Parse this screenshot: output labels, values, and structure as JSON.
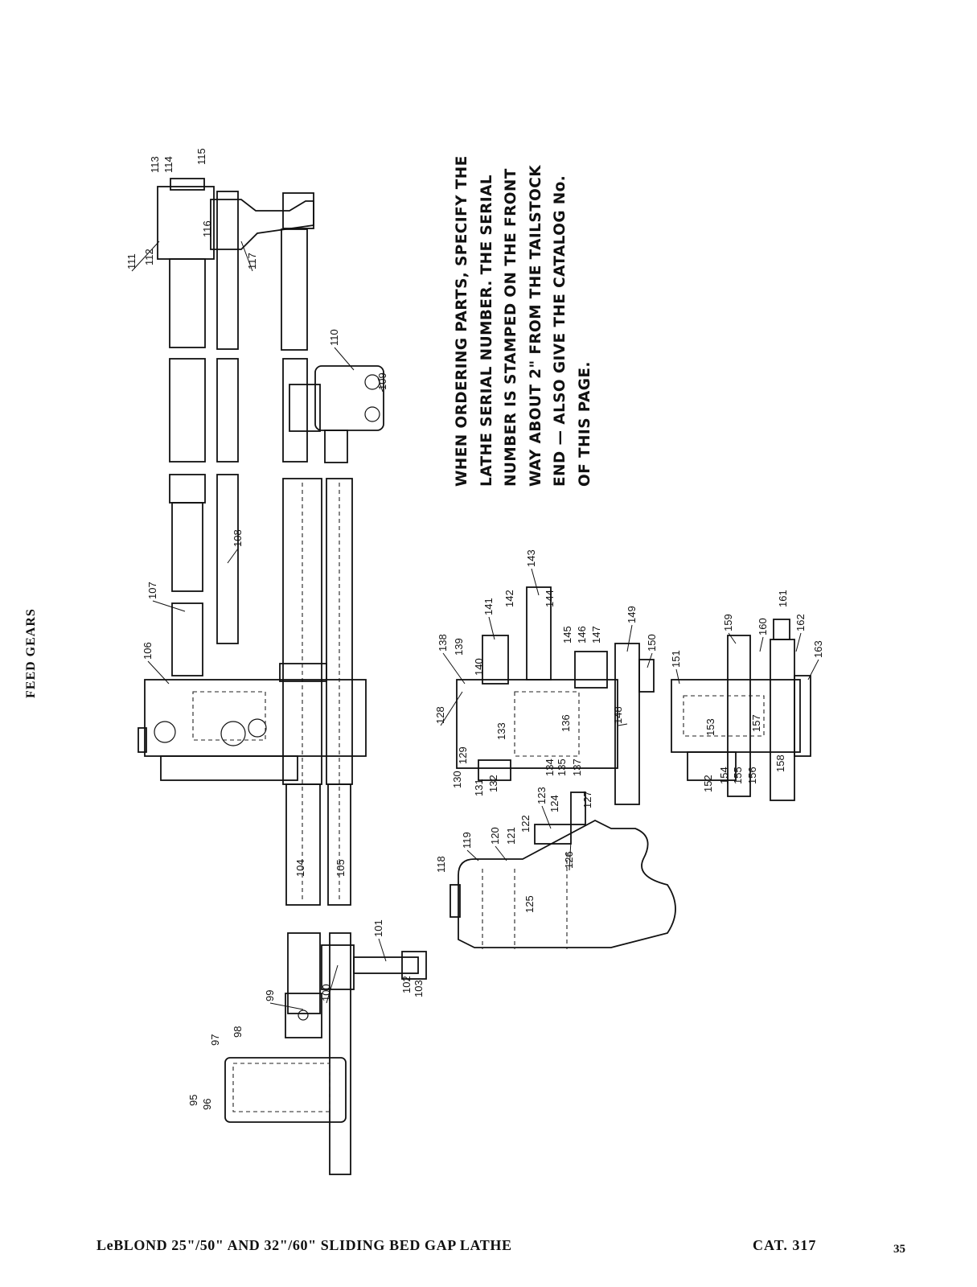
{
  "page": {
    "side_title": "FEED GEARS",
    "notice_lines": [
      "WHEN ORDERING PARTS, SPECIFY THE",
      "LATHE SERIAL NUMBER. THE SERIAL",
      "NUMBER IS STAMPED ON THE FRONT",
      "WAY ABOUT 2\" FROM THE TAILSTOCK",
      "END — ALSO GIVE THE CATALOG No.",
      "OF THIS PAGE."
    ],
    "footer": {
      "title": "LeBLOND 25\"/50\" AND 32\"/60\" SLIDING BED GAP LATHE",
      "catalog": "CAT. 317",
      "page_number": "35"
    }
  },
  "diagram": {
    "callouts": [
      "95",
      "96",
      "97",
      "98",
      "99",
      "100",
      "101",
      "102",
      "103",
      "104",
      "105",
      "106",
      "107",
      "108",
      "109",
      "110",
      "111",
      "112",
      "113",
      "114",
      "115",
      "116",
      "117",
      "118",
      "119",
      "120",
      "121",
      "122",
      "123",
      "124",
      "125",
      "126",
      "127",
      "128",
      "129",
      "130",
      "131",
      "132",
      "133",
      "134",
      "135",
      "136",
      "137",
      "138",
      "139",
      "140",
      "141",
      "142",
      "143",
      "144",
      "145",
      "146",
      "147",
      "148",
      "149",
      "150",
      "151",
      "152",
      "153",
      "154",
      "155",
      "156",
      "157",
      "158",
      "159",
      "160",
      "161",
      "162",
      "163"
    ]
  }
}
